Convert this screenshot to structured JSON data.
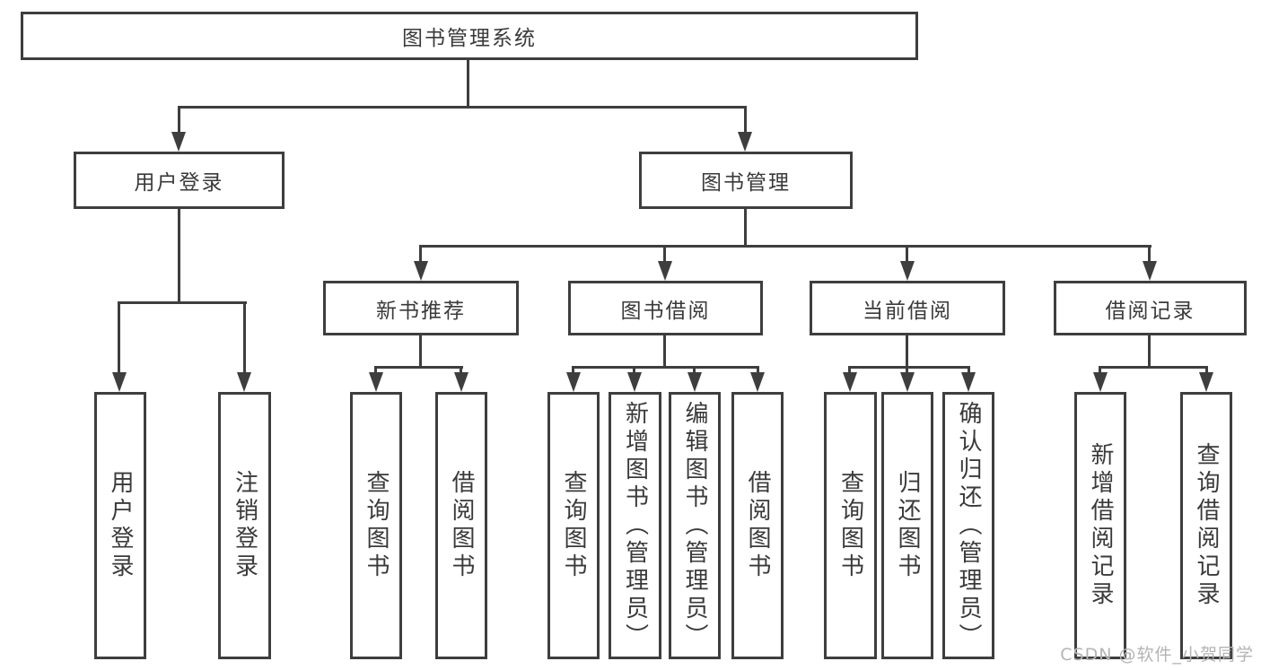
{
  "tree": {
    "root": "图书管理系统",
    "branches": [
      {
        "label": "用户登录",
        "children": [
          "用户登录",
          "注销登录"
        ]
      },
      {
        "label": "图书管理",
        "groups": [
          {
            "label": "新书推荐",
            "children": [
              "查询图书",
              "借阅图书"
            ]
          },
          {
            "label": "图书借阅",
            "children": [
              "查询图书",
              "新增图书（管理员）",
              "编辑图书（管理员）",
              "借阅图书"
            ]
          },
          {
            "label": "当前借阅",
            "children": [
              "查询图书",
              "归还图书",
              "确认归还（管理员）"
            ]
          },
          {
            "label": "借阅记录",
            "children": [
              "新增借阅记录",
              "查询借阅记录"
            ]
          }
        ]
      }
    ]
  },
  "watermark": {
    "text": "CSDN @软件_小贺同学"
  },
  "colors": {
    "line": "#3e3e3e",
    "text": "#3a3a3a",
    "background": "#ffffff",
    "watermark": "#b4b4b4"
  }
}
